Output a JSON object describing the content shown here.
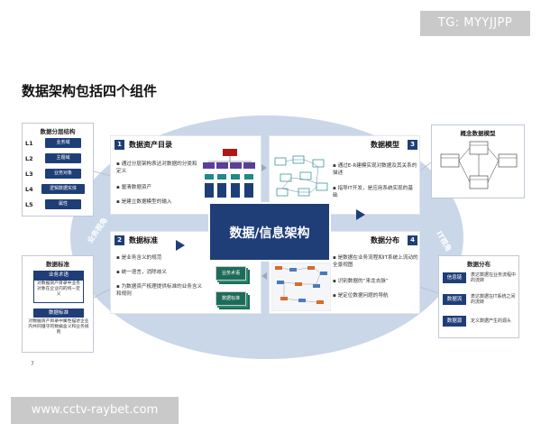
{
  "watermark_top": "TG: MYYJJPP",
  "watermark_bottom": "www.cctv-raybet.com",
  "main_title": "数据架构包括四个组件",
  "left_panel": {
    "title": "数据分层结构",
    "levels": [
      {
        "level": "L1",
        "label": "业务域"
      },
      {
        "level": "L2",
        "label": "主题域"
      },
      {
        "level": "L3",
        "label": "业务对象"
      },
      {
        "level": "L4",
        "label": "逻辑数据实体"
      },
      {
        "level": "L5",
        "label": "属性"
      }
    ]
  },
  "left_panel2": {
    "title": "数据标准",
    "header1": "业务术语",
    "text1": "对数据资产目录中业务对象在企业内的统一定义",
    "header2": "数据标准",
    "text2": "对数据资产目录中属性描述企业内共同遵守的数据含义和业务规则"
  },
  "side_labels": {
    "left": "业务视角",
    "right": "IT视角"
  },
  "center": "数据/信息架构",
  "quadrants": [
    {
      "num": "1",
      "title": "数据资产目录",
      "bullets": [
        "通过分层架构表达对数据的分类和定义",
        "厘清数据资产",
        "是建立数据模型的输入"
      ]
    },
    {
      "num": "3",
      "title": "数据模型",
      "bullets": [
        "通过E-R建模实现对数据及其关系的描述",
        "指导IT开发，是应用系统实现的基础"
      ]
    },
    {
      "num": "2",
      "title": "数据标准",
      "bullets": [
        "是业务含义的规范",
        "统一语言，消除歧义",
        "为数据资产梳理提供标准的业务含义和规则"
      ]
    },
    {
      "num": "4",
      "title": "数据分布",
      "bullets": [
        "是数据在业务流程和IT系统上流动的全景视图",
        "识别数据的“来龙去脉”",
        "是定位数据问题的导航"
      ]
    }
  ],
  "doc_stack_labels": [
    "业务术语",
    "数据标准"
  ],
  "right_panel": {
    "title": "概念数据模型"
  },
  "right_panel2": {
    "title": "数据分布",
    "rows": [
      {
        "badge": "信息链",
        "desc": "表达数据在业务流程中的流转"
      },
      {
        "badge": "数据流",
        "desc": "表达数据在IT系统之间的流转"
      },
      {
        "badge": "数据源",
        "desc": "定义数据产生的源头"
      }
    ]
  },
  "page_number": "7",
  "colors": {
    "navy": "#1f3e78",
    "ellipse": "#c9d7e9",
    "accent_red": "#b01818",
    "accent_purple": "#5a3f9a",
    "accent_teal": "#1e8a8a"
  }
}
